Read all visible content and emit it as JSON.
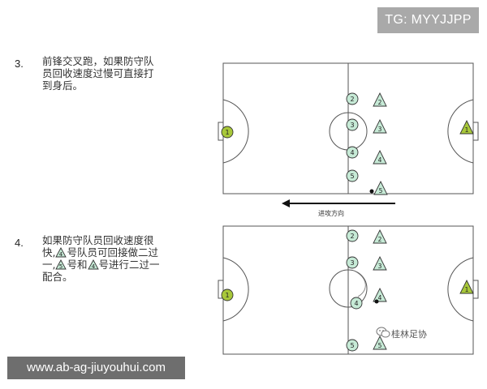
{
  "tg_badge": "TG: MYYJJPP",
  "website": "www.ab-ag-jiuyouhui.com",
  "watermark": "桂林足协",
  "item3": {
    "number": "3.",
    "lines": [
      "前锋交叉跑，如果防守队",
      "员回收速度过慢可直接打",
      "到身后。"
    ]
  },
  "item4": {
    "number": "4.",
    "line1": "如果防守队员回收速度很",
    "line2_pre": "快,",
    "tri_a": "4",
    "line2_post": "号队员可回接做二过",
    "line3_pre": "一,",
    "tri_b": "5",
    "line3_mid": "号和",
    "tri_c": "4",
    "line3_post": "号进行二过一",
    "line4": "配合。"
  },
  "direction_label": "进攻方向",
  "colors": {
    "keeper": "#a8c83a",
    "player_fill": "#c6ead6",
    "player_stroke": "#333333",
    "line": "#555555"
  },
  "diagram3": {
    "circles": [
      "1",
      "2",
      "3",
      "4",
      "5"
    ],
    "triangles": [
      "1",
      "2",
      "3",
      "4",
      "5"
    ]
  },
  "diagram4": {
    "circles": [
      "1",
      "2",
      "3",
      "4",
      "5"
    ],
    "triangles": [
      "1",
      "2",
      "3",
      "4",
      "5"
    ]
  }
}
